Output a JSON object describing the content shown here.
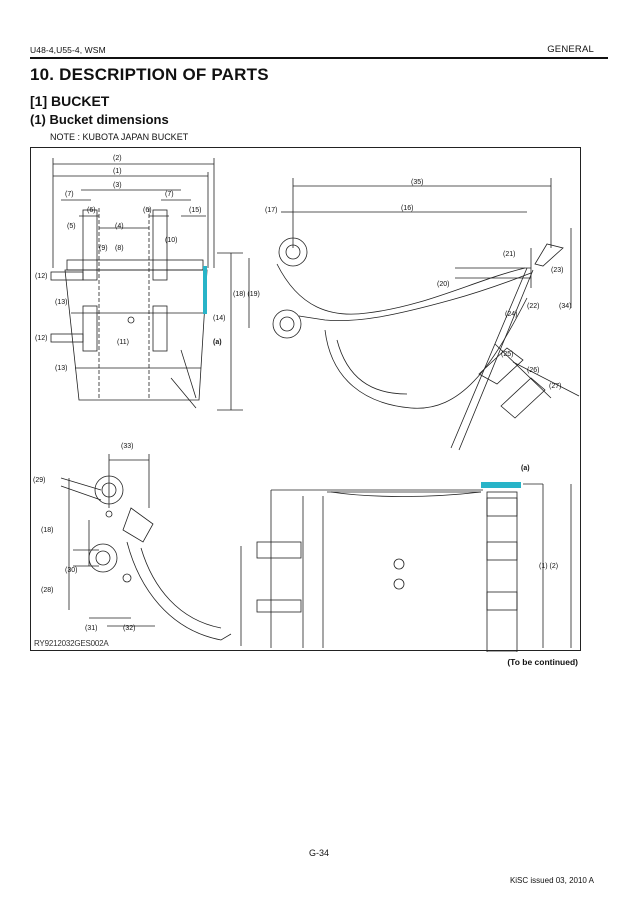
{
  "header": {
    "model": "U48-4,U55-4, WSM",
    "section": "GENERAL"
  },
  "headings": {
    "chapter": "10. DESCRIPTION OF PARTS",
    "part": "[1]  BUCKET",
    "subpart": "(1)  Bucket dimensions",
    "note": "NOTE : KUBOTA JAPAN BUCKET"
  },
  "figure": {
    "code": "RY9212032GES002A",
    "callout_color": "#28b4c8",
    "labels": {
      "d1": "(1)",
      "d2": "(2)",
      "d3": "(3)",
      "d4": "(4)",
      "d5": "(5)",
      "d6": "(6)",
      "d7": "(7)",
      "d8": "(8)",
      "d9": "(9)",
      "d10": "(10)",
      "d11": "(11)",
      "d12": "(12)",
      "d13": "(13)",
      "d14": "(14)",
      "d15": "(15)",
      "d16": "(16)",
      "d17": "(17)",
      "d18_19": "(18) (19)",
      "d18": "(18)",
      "d20": "(20)",
      "d21": "(21)",
      "d22": "(22)",
      "d23": "(23)",
      "d24": "(24)",
      "d25": "(25)",
      "d26": "(26)",
      "d27": "(27)",
      "d28": "(28)",
      "d29": "(29)",
      "d30": "(30)",
      "d31": "(31)",
      "d32": "(32)",
      "d33": "(33)",
      "d34": "(34)",
      "d35": "(35)",
      "a": "(a)",
      "d1_2": "(1)  (2)"
    }
  },
  "footer": {
    "continued": "(To be continued)",
    "page": "G-34",
    "issue": "KiSC issued 03, 2010 A"
  }
}
